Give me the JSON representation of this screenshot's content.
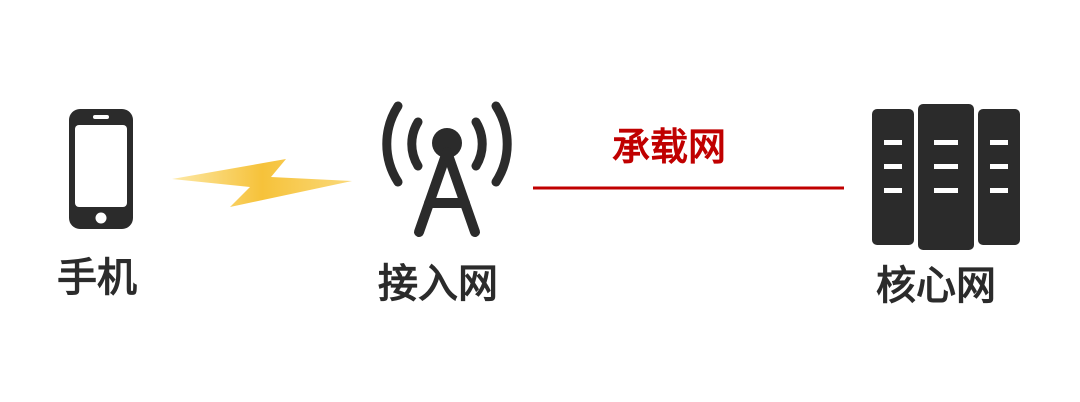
{
  "nodes": {
    "phone": {
      "label": "手机",
      "icon": "smartphone-icon"
    },
    "access": {
      "label": "接入网",
      "icon": "cell-tower-icon"
    },
    "core": {
      "label": "核心网",
      "icon": "server-rack-icon"
    }
  },
  "links": {
    "wireless": {
      "icon": "lightning-bolt-icon",
      "color": "#f6c23a"
    },
    "bearer": {
      "label": "承载网",
      "color": "#c00000"
    }
  },
  "colors": {
    "icon": "#2b2b2b",
    "text": "#2b2b2b"
  }
}
